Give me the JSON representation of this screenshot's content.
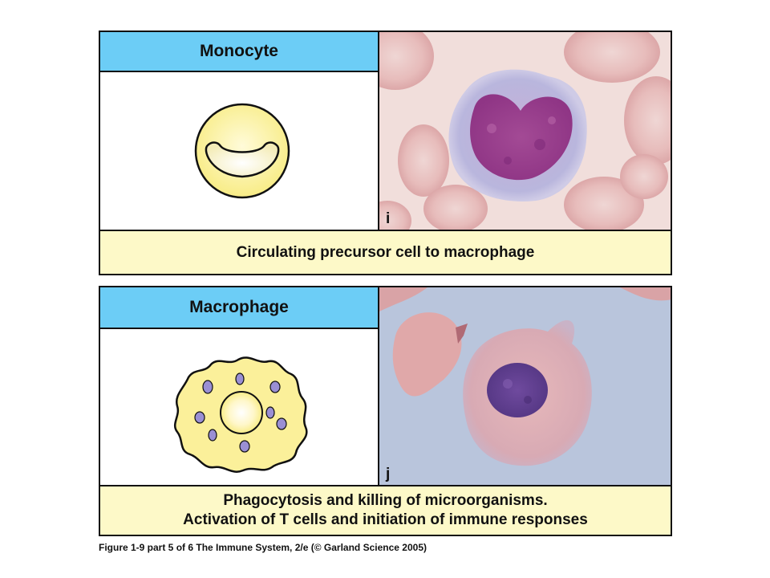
{
  "panels": [
    {
      "title": "Monocyte",
      "photo_label": "i",
      "caption_lines": [
        "Circulating precursor cell to macrophage"
      ]
    },
    {
      "title": "Macrophage",
      "photo_label": "j",
      "caption_lines": [
        "Phagocytosis and killing of microorganisms.",
        "Activation of T cells and initiation of immune responses"
      ]
    }
  ],
  "figure_caption": "Figure 1-9 part 5 of 6  The Immune System, 2/e (© Garland Science 2005)",
  "colors": {
    "header_blue": "#6ccdf6",
    "caption_yellow": "#fdf9c8",
    "cell_yellow": "#fbf09a",
    "granule_purple": "#9a8fd4",
    "stain_purple": "#8a2a80"
  }
}
